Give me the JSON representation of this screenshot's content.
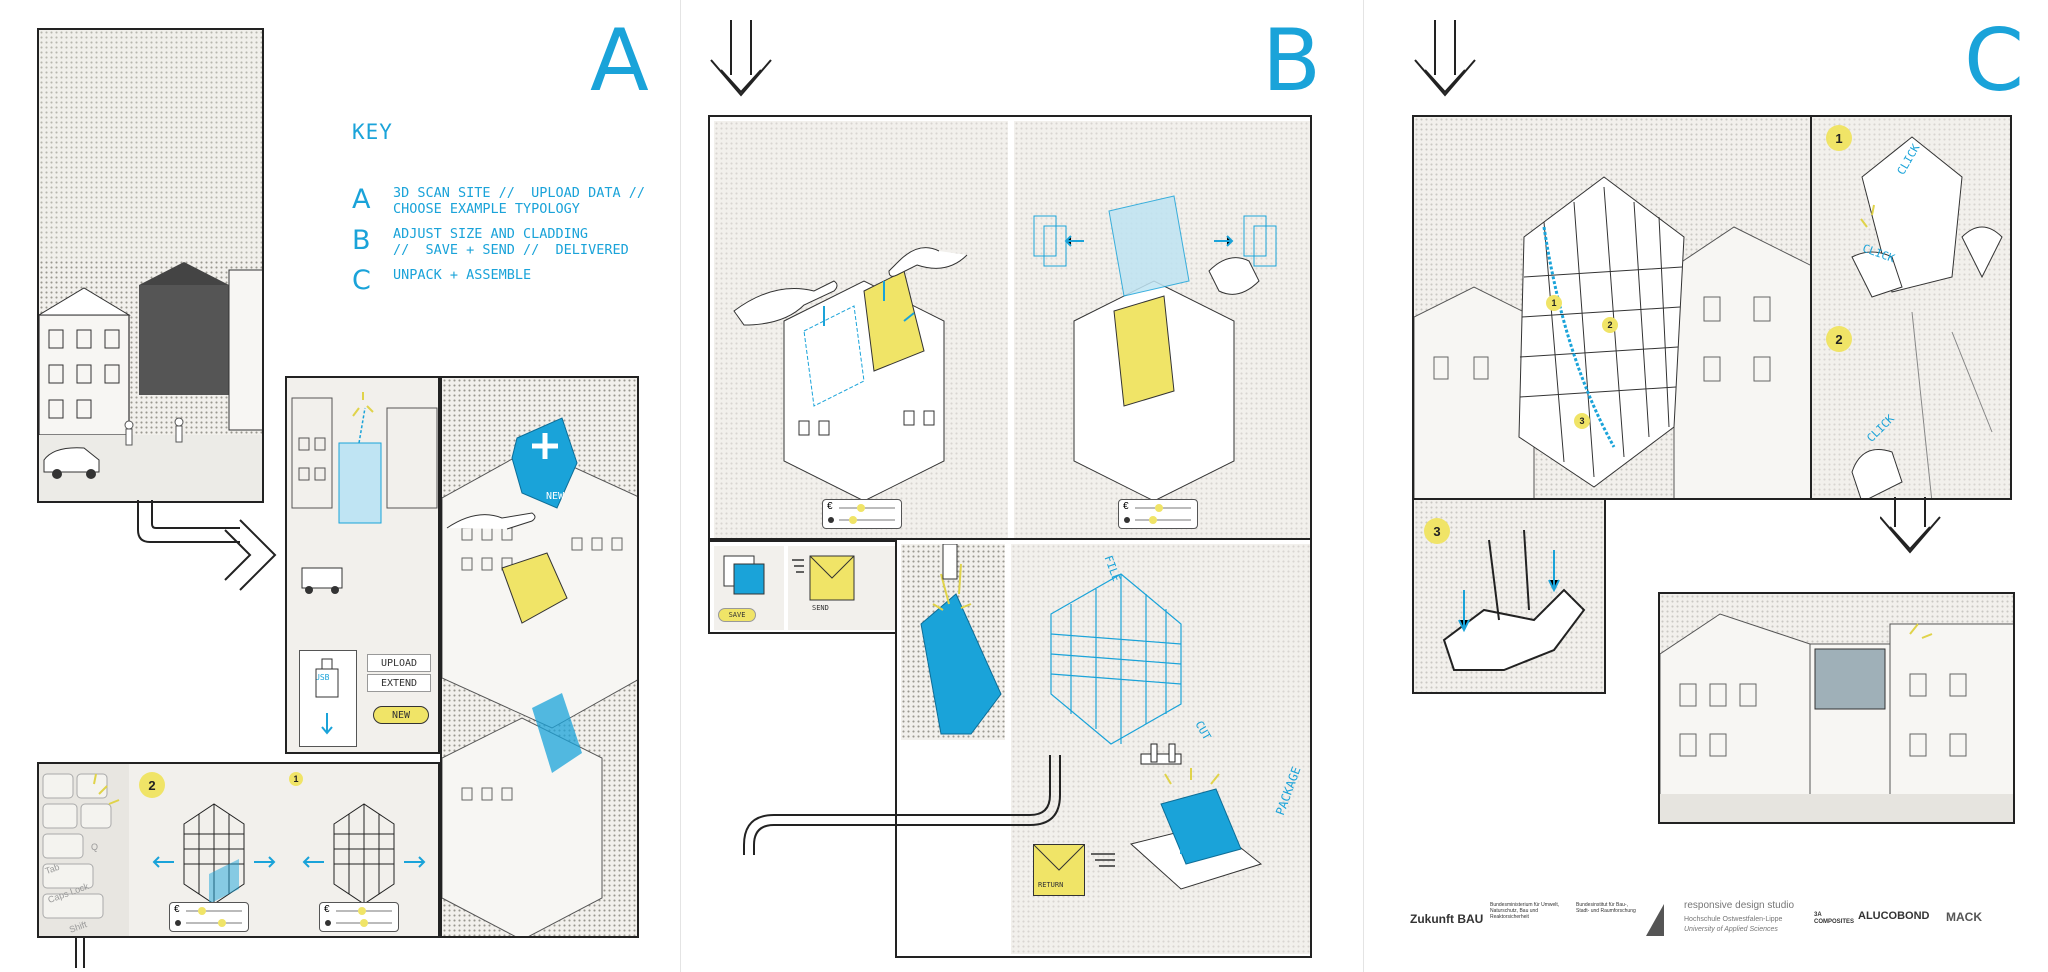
{
  "columns": {
    "a_letter": "A",
    "b_letter": "B",
    "c_letter": "C"
  },
  "key": {
    "title": "KEY",
    "items": [
      {
        "letter": "A",
        "text": "3D SCAN SITE //  UPLOAD DATA //\nCHOOSE EXAMPLE TYPOLOGY"
      },
      {
        "letter": "B",
        "text": "ADJUST SIZE AND CLADDING\n//  SAVE + SEND //  DELIVERED"
      },
      {
        "letter": "C",
        "text": "UNPACK + ASSEMBLE"
      }
    ]
  },
  "ui_labels": {
    "usb": "USB",
    "upload": "UPLOAD",
    "extend": "EXTEND",
    "new_button": "NEW",
    "new_card": "NEW",
    "save": "SAVE",
    "send": "SEND",
    "return": "RETURN",
    "file": "FILE",
    "cut": "CUT",
    "package": "PACKAGE",
    "click": "CLICK",
    "euro": "€"
  },
  "keyboard": {
    "keys": [
      "Tab",
      "Caps Lock",
      "Shift",
      "Q"
    ]
  },
  "badges": {
    "a_step_2": "2",
    "a_step_1": "1",
    "c_step_1": "1",
    "c_step_2": "2",
    "c_step_3": "3",
    "c_detail_1": "1",
    "c_detail_2": "2",
    "c_detail_3": "3"
  },
  "sponsors": [
    "Zukunft BAU",
    "Bundesministerium für Umwelt, Naturschutz, Bau und Reaktorsicherheit",
    "Bundesinstitut für Bau-, Stadt- und Raumforschung",
    "responsive design studio",
    "Hochschule Ostwestfalen-Lippe",
    "University of Applied Sciences",
    "3A COMPOSITES",
    "ALUCOBOND",
    "MACK"
  ],
  "colors": {
    "accent_blue": "#1aa3d9",
    "accent_yellow": "#f0e467",
    "panel_bg": "#f2f0ec",
    "line": "#222222"
  }
}
